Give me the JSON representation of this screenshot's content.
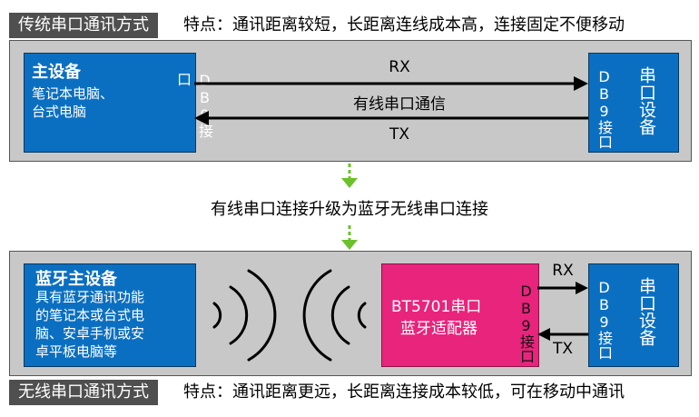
{
  "traditional": {
    "tag": "传统串口通讯方式",
    "feature": "特点：通讯距离较短，长距离连线成本高，连接固定不便移动",
    "master_title": "主设备",
    "master_desc_1": "笔记本电脑、",
    "master_desc_2": "台式电脑",
    "db9_left": "DB9接口",
    "db9_right": "DB9接口",
    "serial_device": "串口设备",
    "rx": "RX",
    "middle": "有线串口通信",
    "tx": "TX"
  },
  "upgrade_text": "有线串口连接升级为蓝牙无线串口连接",
  "wireless": {
    "master_title": "蓝牙主设备",
    "master_desc": [
      "具有蓝牙通讯功能",
      "的笔记本或台式电",
      "脑、安卓手机或安",
      "卓平板电脑等"
    ],
    "adapter_1": "BT5701串口",
    "adapter_2": "蓝牙适配器",
    "db9_left": "DB9接口",
    "db9_right": "DB9接口",
    "serial_device": "串口设备",
    "rx": "RX",
    "tx": "TX",
    "tag": "无线串口通讯方式",
    "feature": "特点：通讯距离更远，长距离连接成本较低，可在移动中通讯"
  },
  "colors": {
    "device_blue": "#0b6fc1",
    "adapter_pink": "#e8247c",
    "arrow_green": "#6cc12a",
    "panel_gray": "#c8c8c8",
    "tag_dark": "#4f4f4f"
  }
}
